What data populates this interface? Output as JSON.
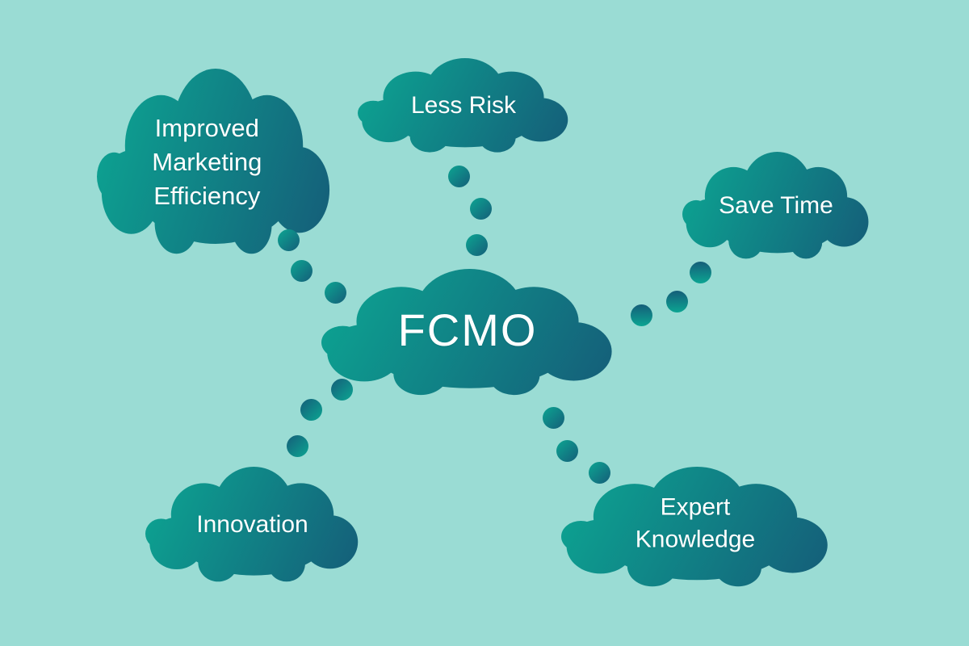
{
  "diagram": {
    "center_node": {
      "label": "FCMO"
    },
    "benefit_nodes": [
      {
        "id": "improved-marketing-efficiency",
        "label": "Improved Marketing Efficiency"
      },
      {
        "id": "less-risk",
        "label": "Less Risk"
      },
      {
        "id": "save-time",
        "label": "Save Time"
      },
      {
        "id": "innovation",
        "label": "Innovation"
      },
      {
        "id": "expert-knowledge",
        "label": "Expert Knowledge"
      }
    ],
    "connections": [
      {
        "from": "FCMO",
        "to": "Improved Marketing Efficiency",
        "style": "dotted",
        "dots": 3
      },
      {
        "from": "FCMO",
        "to": "Less Risk",
        "style": "dotted",
        "dots": 3
      },
      {
        "from": "FCMO",
        "to": "Save Time",
        "style": "dotted",
        "dots": 3
      },
      {
        "from": "FCMO",
        "to": "Innovation",
        "style": "dotted",
        "dots": 3
      },
      {
        "from": "FCMO",
        "to": "Expert Knowledge",
        "style": "dotted",
        "dots": 3
      }
    ],
    "colors": {
      "background": "#9adcd4",
      "cloud_gradient_start": "#0ca592",
      "cloud_gradient_end": "#155e79",
      "text": "#ffffff"
    }
  }
}
